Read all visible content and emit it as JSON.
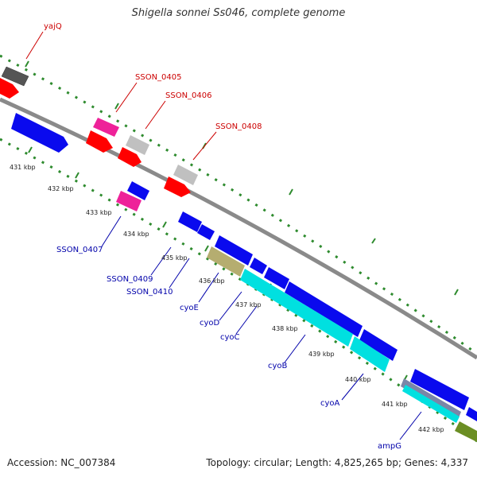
{
  "title": "Shigella sonnei Ss046, complete genome",
  "accession_label": "Accession: NC_007384",
  "topology_label": "Topology: circular; Length: 4,825,265 bp; Genes: 4,337",
  "colors": {
    "backbone": "#8a8a8a",
    "ticks": "#2e8b2e",
    "forward_label": "#cc0000",
    "reverse_label": "#0000aa",
    "blue": "#0a0aee",
    "red": "#ff0000",
    "magenta": "#ee2299",
    "grey": "#c0c0c0",
    "darkgrey": "#555555",
    "cyan": "#00e0e0",
    "khaki": "#b5ad70",
    "olive": "#6b8e23",
    "slate": "#7a86a8"
  },
  "ticks": [
    "431 kbp",
    "432 kbp",
    "433 kbp",
    "434 kbp",
    "435 kbp",
    "436 kbp",
    "437 kbp",
    "438 kbp",
    "439 kbp",
    "440 kbp",
    "441 kbp",
    "442 kbp"
  ],
  "gene_labels": {
    "forward": [
      "yajQ",
      "SSON_0405",
      "SSON_0406",
      "SSON_0408"
    ],
    "reverse": [
      "SSON_0407",
      "SSON_0409",
      "SSON_0410",
      "cyoE",
      "cyoD",
      "cyoC",
      "cyoB",
      "cyoA",
      "ampG"
    ]
  }
}
